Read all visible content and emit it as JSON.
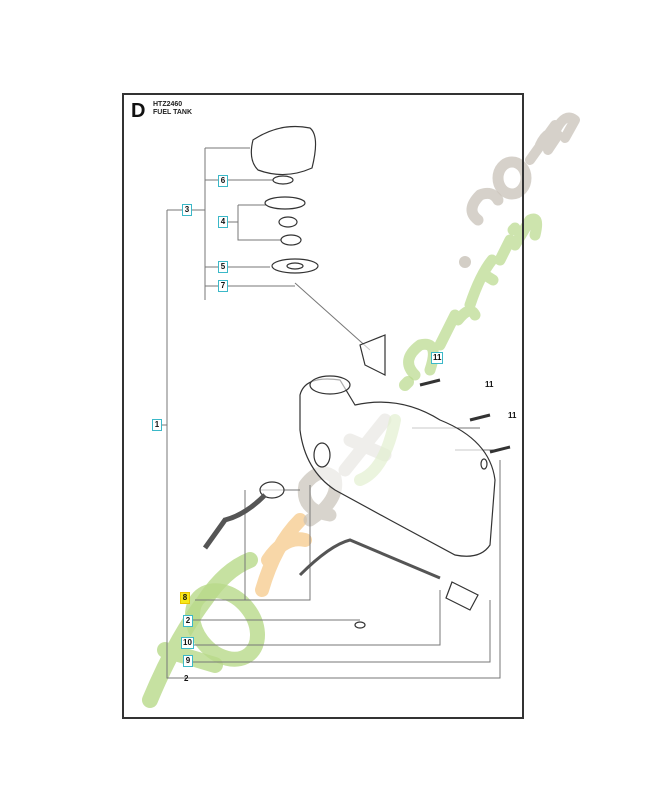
{
  "header": {
    "section": "D",
    "code": "HTZ2460",
    "title": "FUEL TANK"
  },
  "callouts": [
    {
      "id": "6",
      "style": "boxed"
    },
    {
      "id": "3",
      "style": "boxed"
    },
    {
      "id": "4",
      "style": "boxed"
    },
    {
      "id": "5",
      "style": "boxed"
    },
    {
      "id": "7",
      "style": "boxed"
    },
    {
      "id": "1",
      "style": "boxed"
    },
    {
      "id": "11",
      "style": "boxed"
    },
    {
      "id": "11",
      "style": "plain"
    },
    {
      "id": "11",
      "style": "plain"
    },
    {
      "id": "8",
      "style": "highlighted"
    },
    {
      "id": "2",
      "style": "boxed"
    },
    {
      "id": "10",
      "style": "boxed"
    },
    {
      "id": "9",
      "style": "boxed"
    },
    {
      "id": "2",
      "style": "plain"
    }
  ],
  "watermark": {
    "text": "foretjardin.com",
    "colors": [
      "#b8d98a",
      "#f5c27a",
      "#c8c2b8"
    ]
  }
}
